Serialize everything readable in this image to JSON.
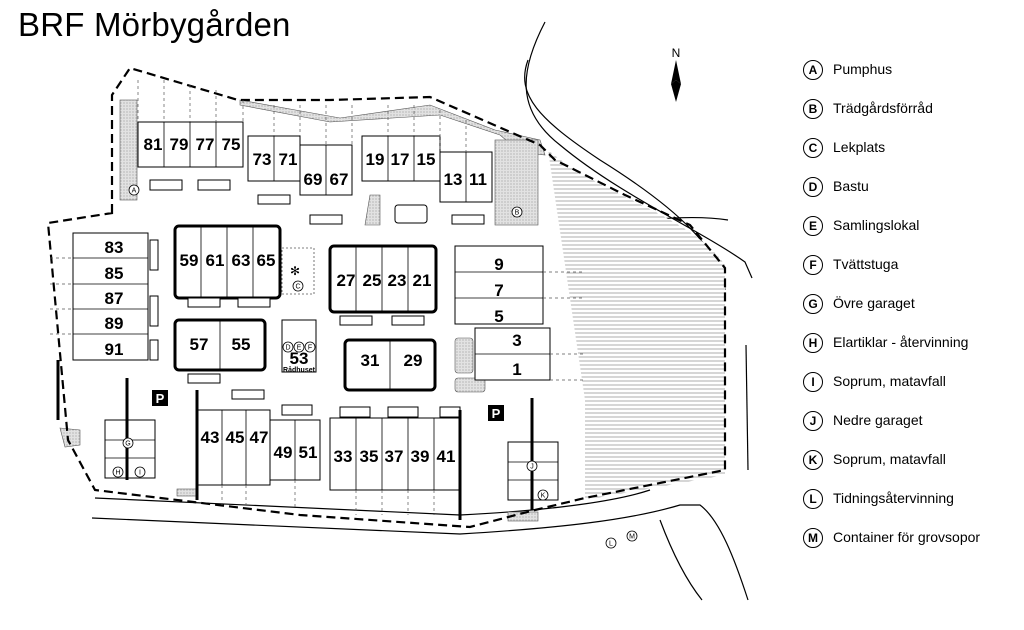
{
  "title": "BRF Mörbygården",
  "north_label": "N",
  "radhuset": {
    "number": "53",
    "label": "Rådhuset",
    "badges": [
      "D",
      "E",
      "F"
    ]
  },
  "parking_label": "P",
  "units": [
    {
      "n": "81"
    },
    {
      "n": "79"
    },
    {
      "n": "77"
    },
    {
      "n": "75"
    },
    {
      "n": "73"
    },
    {
      "n": "71"
    },
    {
      "n": "69"
    },
    {
      "n": "67"
    },
    {
      "n": "19"
    },
    {
      "n": "17"
    },
    {
      "n": "15"
    },
    {
      "n": "13"
    },
    {
      "n": "11"
    },
    {
      "n": "83"
    },
    {
      "n": "85"
    },
    {
      "n": "87"
    },
    {
      "n": "89"
    },
    {
      "n": "91"
    },
    {
      "n": "59"
    },
    {
      "n": "61"
    },
    {
      "n": "63"
    },
    {
      "n": "65"
    },
    {
      "n": "27"
    },
    {
      "n": "25"
    },
    {
      "n": "23"
    },
    {
      "n": "21"
    },
    {
      "n": "9"
    },
    {
      "n": "7"
    },
    {
      "n": "5"
    },
    {
      "n": "3"
    },
    {
      "n": "1"
    },
    {
      "n": "57"
    },
    {
      "n": "55"
    },
    {
      "n": "31"
    },
    {
      "n": "29"
    },
    {
      "n": "43"
    },
    {
      "n": "45"
    },
    {
      "n": "47"
    },
    {
      "n": "49"
    },
    {
      "n": "51"
    },
    {
      "n": "33"
    },
    {
      "n": "35"
    },
    {
      "n": "37"
    },
    {
      "n": "39"
    },
    {
      "n": "41"
    }
  ],
  "map_badges": [
    "A",
    "B",
    "C",
    "G",
    "H",
    "I",
    "J",
    "K",
    "L",
    "M"
  ],
  "legend": [
    {
      "key": "A",
      "label": "Pumphus"
    },
    {
      "key": "B",
      "label": "Trädgårdsförråd"
    },
    {
      "key": "C",
      "label": "Lekplats"
    },
    {
      "key": "D",
      "label": "Bastu"
    },
    {
      "key": "E",
      "label": "Samlingslokal"
    },
    {
      "key": "F",
      "label": "Tvättstuga"
    },
    {
      "key": "G",
      "label": "Övre garaget"
    },
    {
      "key": "H",
      "label": "Elartiklar - återvinning"
    },
    {
      "key": "I",
      "label": "Soprum, matavfall"
    },
    {
      "key": "J",
      "label": "Nedre garaget"
    },
    {
      "key": "K",
      "label": "Soprum, matavfall"
    },
    {
      "key": "L",
      "label": "Tidningsåtervinning"
    },
    {
      "key": "M",
      "label": "Container för grovsopor"
    }
  ]
}
